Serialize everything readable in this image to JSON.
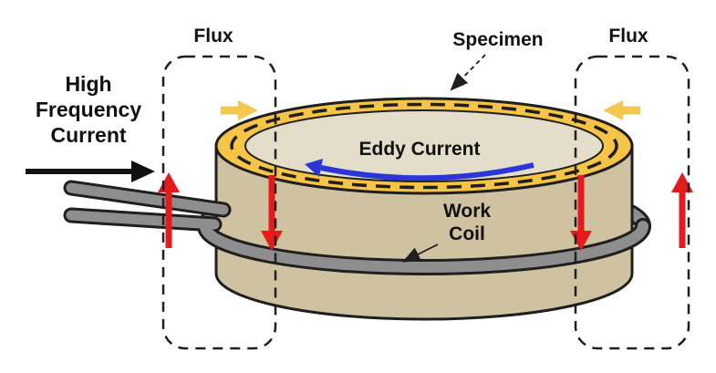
{
  "diagram": {
    "labels": {
      "high_frequency_current": [
        "High",
        "Frequency",
        "Current"
      ],
      "flux_left": "Flux",
      "flux_right": "Flux",
      "specimen": "Specimen",
      "eddy_current": "Eddy Current",
      "work_coil": [
        "Work",
        "Coil"
      ]
    },
    "colors": {
      "specimen_body": "#CEC2A0",
      "specimen_top": "#E4DDC9",
      "rim_gold": "#F6C545",
      "coil_gray": "#8E8E8E",
      "arrow_red": "#E8191B",
      "arrow_blue": "#2B36D9",
      "arrow_yellow": "#F3C84F",
      "arrow_black": "#111111",
      "outline": "#1F1F1F"
    }
  }
}
